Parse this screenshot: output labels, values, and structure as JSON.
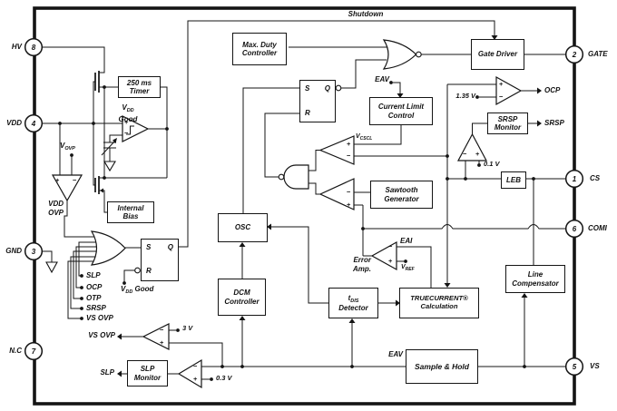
{
  "colors": {
    "line": "#141414",
    "background": "#ffffff"
  },
  "pins": {
    "hv": {
      "number": "8",
      "name": "HV"
    },
    "vdd": {
      "number": "4",
      "name": "VDD"
    },
    "gnd": {
      "number": "3",
      "name": "GND"
    },
    "nc": {
      "number": "7",
      "name": "N.C"
    },
    "gate": {
      "number": "2",
      "name": "GATE"
    },
    "cs": {
      "number": "1",
      "name": "CS"
    },
    "comi": {
      "number": "6",
      "name": "COMI"
    },
    "vs": {
      "number": "5",
      "name": "VS"
    }
  },
  "blocks": {
    "max_duty": {
      "line1": "Max. Duty",
      "line2": "Controller"
    },
    "timer": {
      "line1": "250 ms",
      "line2": "Timer"
    },
    "internal_bias": {
      "line1": "Internal",
      "line2": "Bias"
    },
    "current_limit": {
      "line1": "Current Limit",
      "line2": "Control"
    },
    "sawtooth": {
      "line1": "Sawtooth",
      "line2": "Generator"
    },
    "osc": {
      "line1": "OSC"
    },
    "dcm": {
      "line1": "DCM",
      "line2": "Controller"
    },
    "tdis": {
      "t": "t",
      "sub": "DIS",
      "line2": "Detector"
    },
    "truecurrent": {
      "line1": "TRUECURRENT®",
      "line2": "Calculation"
    },
    "line_comp": {
      "line1": "Line",
      "line2": "Compensator"
    },
    "sample_hold": {
      "line1": "Sample & Hold"
    },
    "gate_driver": {
      "line1": "Gate Driver"
    },
    "srsp_monitor": {
      "line1": "SRSP",
      "line2": "Monitor"
    },
    "leb": {
      "line1": "LEB"
    },
    "slp_monitor": {
      "line1": "SLP",
      "line2": "Monitor"
    }
  },
  "latch": {
    "s": "S",
    "q": "Q",
    "r": "R"
  },
  "signals": {
    "shutdown": "Shutdown",
    "vdd_good": {
      "v": "V",
      "sub": "DD",
      "word": "Good"
    },
    "vovp": {
      "v": "V",
      "sub": "OVP"
    },
    "vdd_ovp": {
      "line1": "VDD",
      "line2": "OVP"
    },
    "or_inputs": [
      "SLP",
      "OCP",
      "OTP",
      "SRSP",
      "VS OVP"
    ],
    "vs_ovp_out": "VS OVP",
    "slp_out": "SLP",
    "eav": "EAV",
    "eai": "EAI",
    "vref": {
      "v": "V",
      "sub": "REF"
    },
    "vcscl": {
      "v": "V",
      "sub": "CSCL"
    },
    "error_amp": {
      "line1": "Error",
      "line2": "Amp."
    },
    "ocp_out": "OCP",
    "srsp_out": "SRSP",
    "v3": "3 V",
    "v03": "0.3 V",
    "v135": "1.35 V",
    "v01": "0.1 V"
  },
  "glyphs": {
    "plus": "+",
    "minus": "−"
  }
}
